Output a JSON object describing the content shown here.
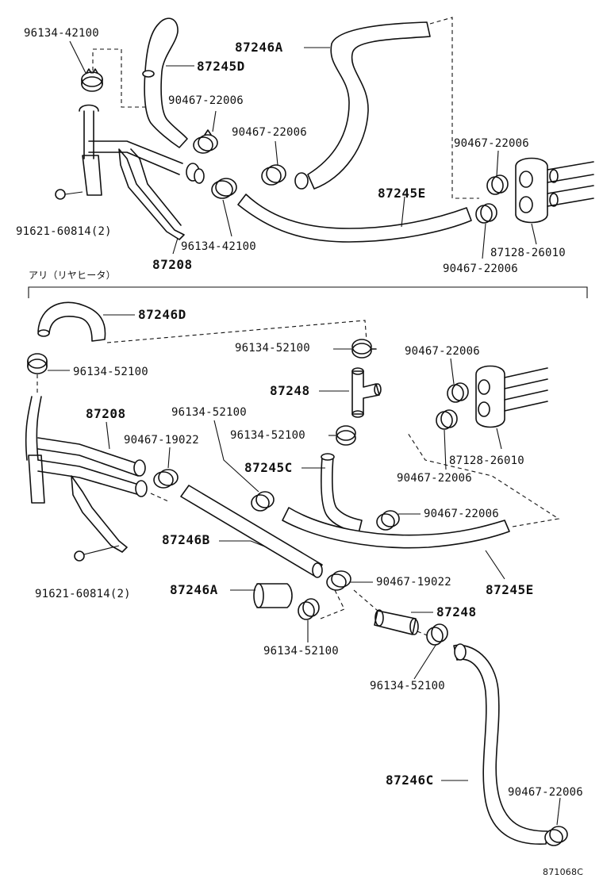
{
  "diagram": {
    "catalog_code": "871068C",
    "section_note": "アリ（リヤヒータ）",
    "top": {
      "labels": {
        "clamp_96134_42100_a": "96134-42100",
        "hose_87245d": "87245D",
        "hose_87246a": "87246A",
        "clamp_90467_22006_a": "90467-22006",
        "clamp_90467_22006_b": "90467-22006",
        "clamp_90467_22006_c": "90467-22006",
        "clamp_90467_22006_d": "90467-22006",
        "hose_87245e": "87245E",
        "bolt_91621": "91621-60814(2)",
        "clamp_96134_42100_b": "96134-42100",
        "pipe_87208": "87208",
        "grommet_87128": "87128-26010"
      }
    },
    "bottom": {
      "labels": {
        "hose_87246d": "87246D",
        "clamp_96134_52100_a": "96134-52100",
        "clamp_96134_52100_b": "96134-52100",
        "clamp_90467_22006_a": "90467-22006",
        "joint_87248_a": "87248",
        "pipe_87208": "87208",
        "clamp_96134_52100_c": "96134-52100",
        "clamp_96134_52100_d": "96134-52100",
        "clamp_90467_19022_a": "90467-19022",
        "grommet_87128": "87128-26010",
        "hose_87245c": "87245C",
        "clamp_90467_22006_b": "90467-22006",
        "clamp_90467_22006_c": "90467-22006",
        "hose_87246b": "87246B",
        "hose_87245e": "87245E",
        "bolt_91621": "91621-60814(2)",
        "hose_87246a": "87246A",
        "clamp_90467_19022_b": "90467-19022",
        "joint_87248_b": "87248",
        "clamp_96134_52100_e": "96134-52100",
        "clamp_96134_52100_f": "96134-52100",
        "hose_87246c": "87246C",
        "clamp_90467_22006_d": "90467-22006"
      }
    }
  }
}
